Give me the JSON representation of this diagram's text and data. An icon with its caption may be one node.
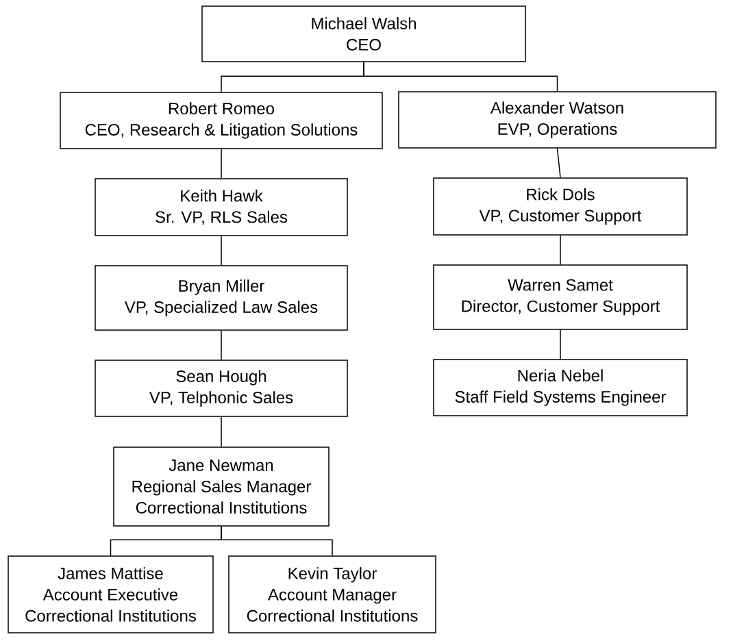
{
  "diagram": {
    "nodes": [
      {
        "text": [
          "Michael Walsh",
          "CEO"
        ]
      },
      {
        "text": [
          "Robert Romeo",
          "CEO, Research & Litigation Solutions"
        ]
      },
      {
        "text": [
          "Alexander Watson",
          "EVP, Operations"
        ]
      },
      {
        "text": [
          "Keith Hawk",
          "Sr. VP, RLS Sales"
        ]
      },
      {
        "text": [
          "Rick Dols",
          "VP, Customer Support"
        ]
      },
      {
        "text": [
          "Bryan Miller",
          "VP, Specialized Law Sales"
        ]
      },
      {
        "text": [
          "Warren Samet",
          "Director, Customer Support"
        ]
      },
      {
        "text": [
          "Sean Hough",
          "VP, Telphonic Sales"
        ]
      },
      {
        "text": [
          "Neria Nebel",
          "Staff Field Systems Engineer"
        ]
      },
      {
        "text": [
          "Jane Newman",
          "Regional Sales Manager",
          "Correctional Institutions"
        ]
      },
      {
        "text": [
          "James Mattise",
          "Account Executive",
          "Correctional Institutions"
        ]
      },
      {
        "text": [
          "Kevin Taylor",
          "Account Manager",
          "Correctional Institutions"
        ]
      }
    ],
    "edges": [
      {
        "from": 0,
        "to": 1,
        "arrow": "none"
      },
      {
        "from": 0,
        "to": 2,
        "arrow": "none"
      },
      {
        "from": 1,
        "to": 3,
        "arrow": "none"
      },
      {
        "from": 3,
        "to": 5,
        "arrow": "none"
      },
      {
        "from": 5,
        "to": 7,
        "arrow": "none"
      },
      {
        "from": 7,
        "to": 9,
        "arrow": "none"
      },
      {
        "from": 9,
        "to": 10,
        "arrow": "none"
      },
      {
        "from": 9,
        "to": 11,
        "arrow": "none"
      },
      {
        "from": 2,
        "to": 4,
        "arrow": "none"
      },
      {
        "from": 4,
        "to": 6,
        "arrow": "none"
      },
      {
        "from": 6,
        "to": 8,
        "arrow": "none"
      }
    ]
  }
}
